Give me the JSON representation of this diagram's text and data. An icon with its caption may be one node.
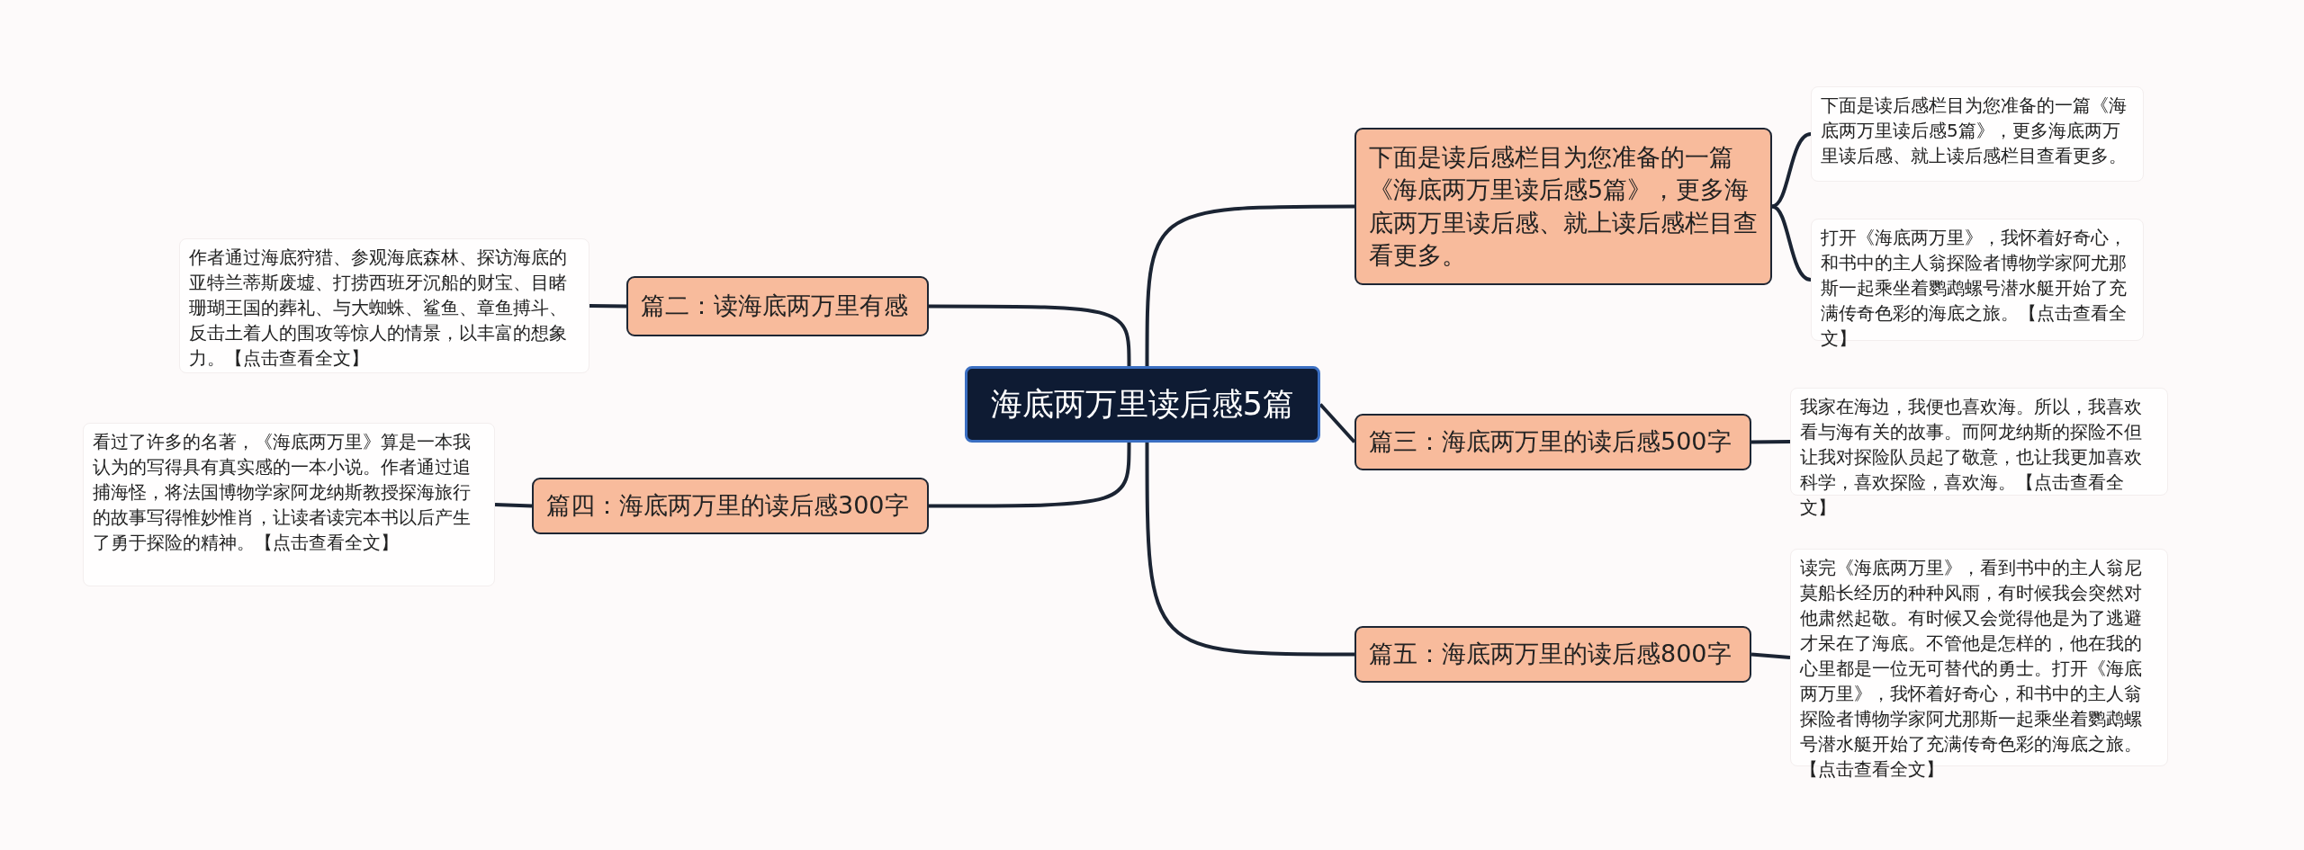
{
  "diagram": {
    "nodes": [
      {
        "text": [
          "海底两万里读后感5篇"
        ]
      },
      {
        "text": [
          "下面是读后感栏目为您准备的一篇《海底两万里读后感5篇》，更多海底两万里读后感、就上读后感栏目查看更多。"
        ]
      },
      {
        "text": [
          "下面是读后感栏目为您准备的一篇《海底两万里读后感5篇》，更多海底两万里读后感、就上读后感栏目查看更多。"
        ]
      },
      {
        "text": [
          "打开《海底两万里》，我怀着好奇心，和书中的主人翁探险者博物学家阿尤那斯一起乘坐着鹦鹉螺号潜水艇开始了充满传奇色彩的海底之旅。【点击查看全文】"
        ]
      },
      {
        "text": [
          "篇二：读海底两万里有感"
        ]
      },
      {
        "text": [
          "作者通过海底狩猎、参观海底森林、探访海底的亚特兰蒂斯废墟、打捞西班牙沉船的财宝、目睹珊瑚王国的葬礼、与大蜘蛛、鲨鱼、章鱼搏斗、反击土着人的围攻等惊人的情景，以丰富的想象力。【点击查看全文】"
        ]
      },
      {
        "text": [
          "篇三：海底两万里的读后感500字"
        ]
      },
      {
        "text": [
          "我家在海边，我便也喜欢海。所以，我喜欢看与海有关的故事。而阿龙纳斯的探险不但让我对探险队员起了敬意，也让我更加喜欢科学，喜欢探险，喜欢海。【点击查看全文】"
        ]
      },
      {
        "text": [
          "篇四：海底两万里的读后感300字"
        ]
      },
      {
        "text": [
          "看过了许多的名著，《海底两万里》算是一本我认为的写得具有真实感的一本小说。作者通过追捕海怪，将法国博物学家阿龙纳斯教授探海旅行的故事写得惟妙惟肖，让读者读完本书以后产生了勇于探险的精神。【点击查看全文】"
        ]
      },
      {
        "text": [
          "篇五：海底两万里的读后感800字"
        ]
      },
      {
        "text": [
          "读完《海底两万里》，看到书中的主人翁尼莫船长经历的种种风雨，有时候我会突然对他肃然起敬。有时候又会觉得他是为了逃避才呆在了海底。不管他是怎样的，他在我的心里都是一位无可替代的勇士。打开《海底两万里》，我怀着好奇心，和书中的主人翁探险者博物学家阿尤那斯一起乘坐着鹦鹉螺号潜水艇开始了充满传奇色彩的海底之旅。【点击查看全文】"
        ]
      }
    ],
    "edges": [
      {
        "from": 0,
        "to": 1,
        "arrow": "none"
      },
      {
        "from": 1,
        "to": 2,
        "arrow": "none"
      },
      {
        "from": 1,
        "to": 3,
        "arrow": "none"
      },
      {
        "from": 0,
        "to": 4,
        "arrow": "none"
      },
      {
        "from": 4,
        "to": 5,
        "arrow": "none"
      },
      {
        "from": 0,
        "to": 6,
        "arrow": "none"
      },
      {
        "from": 6,
        "to": 7,
        "arrow": "none"
      },
      {
        "from": 0,
        "to": 8,
        "arrow": "none"
      },
      {
        "from": 8,
        "to": 9,
        "arrow": "none"
      },
      {
        "from": 0,
        "to": 10,
        "arrow": "none"
      },
      {
        "from": 10,
        "to": 11,
        "arrow": "none"
      }
    ]
  }
}
